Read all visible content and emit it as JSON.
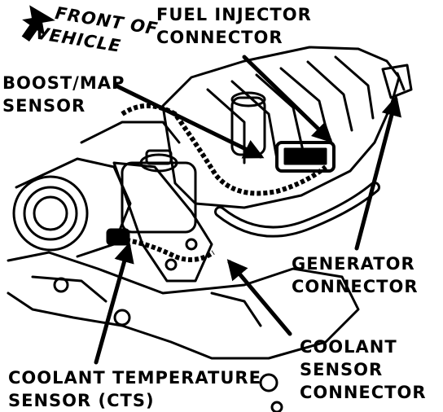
{
  "colors": {
    "ink": "#000000",
    "paper": "#ffffff"
  },
  "icons": {
    "direction_arrow": "arrow-down-left-icon"
  },
  "labels": {
    "front_of_vehicle": {
      "line1": "FRONT OF",
      "line2": "VEHICLE"
    },
    "fuel_injector_connector": {
      "line1": "FUEL INJECTOR",
      "line2": "CONNECTOR"
    },
    "boost_map_sensor": {
      "line1": "BOOST/MAP",
      "line2": "SENSOR"
    },
    "generator_connector": {
      "line1": "GENERATOR",
      "line2": "CONNECTOR"
    },
    "coolant_sensor_connector": {
      "line1": "COOLANT",
      "line2": "SENSOR",
      "line3": "CONNECTOR"
    },
    "coolant_temperature_sensor": {
      "line1": "COOLANT TEMPERATURE",
      "line2": "SENSOR (CTS)"
    }
  }
}
